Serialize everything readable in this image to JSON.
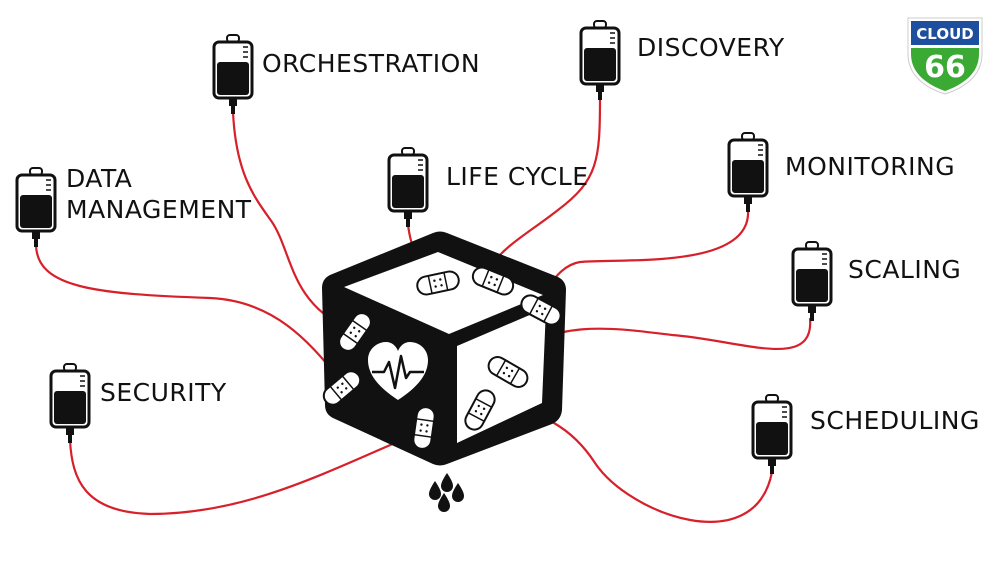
{
  "labels": {
    "orchestration": "ORCHESTRATION",
    "discovery": "DISCOVERY",
    "data_management_line1": "DATA",
    "data_management_line2": "MANAGEMENT",
    "life_cycle": "LIFE CYCLE",
    "monitoring": "MONITORING",
    "scaling": "SCALING",
    "security": "SECURITY",
    "scheduling": "SCHEDULING"
  },
  "logo": {
    "top_text": "CLOUD",
    "number": "66",
    "top_color": "#1d4f9e",
    "bottom_color": "#3aaa35"
  },
  "colors": {
    "tube": "#d7202a",
    "ink": "#111111",
    "background": "#ffffff"
  },
  "icons": {
    "bag": "iv-bag-icon",
    "heart": "heart-pulse-icon",
    "bandage": "bandage-icon",
    "drop": "drop-icon"
  }
}
